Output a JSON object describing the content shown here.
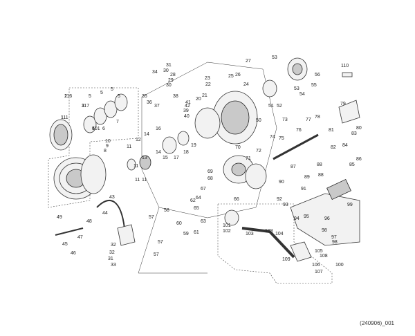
{
  "diagram": {
    "code": "(240906)_001",
    "callouts": [
      "1",
      "2",
      "3",
      "4",
      "5",
      "5",
      "5",
      "5",
      "6",
      "7",
      "8",
      "9",
      "10",
      "11",
      "11",
      "11",
      "11",
      "12",
      "13",
      "14",
      "14",
      "15",
      "16",
      "17",
      "18",
      "19",
      "20",
      "21",
      "22",
      "23",
      "24",
      "25",
      "26",
      "27",
      "28",
      "29",
      "30",
      "30",
      "31",
      "31",
      "32",
      "32",
      "33",
      "34",
      "35",
      "36",
      "37",
      "38",
      "39",
      "40",
      "41",
      "42",
      "43",
      "44",
      "45",
      "46",
      "47",
      "48",
      "49",
      "50",
      "51",
      "52",
      "53",
      "53",
      "54",
      "55",
      "56",
      "57",
      "57",
      "57",
      "58",
      "59",
      "60",
      "61",
      "62",
      "63",
      "64",
      "65",
      "66",
      "67",
      "68",
      "69",
      "70",
      "71",
      "72",
      "73",
      "74",
      "75",
      "76",
      "77",
      "78",
      "79",
      "80",
      "81",
      "82",
      "83",
      "84",
      "85",
      "86",
      "87",
      "88",
      "88",
      "89",
      "90",
      "91",
      "92",
      "93",
      "94",
      "95",
      "96",
      "97",
      "98",
      "98",
      "99",
      "100",
      "101",
      "102",
      "103",
      "104",
      "105",
      "106",
      "107",
      "108",
      "108",
      "109",
      "110",
      "111",
      "116",
      "117",
      "501"
    ]
  }
}
